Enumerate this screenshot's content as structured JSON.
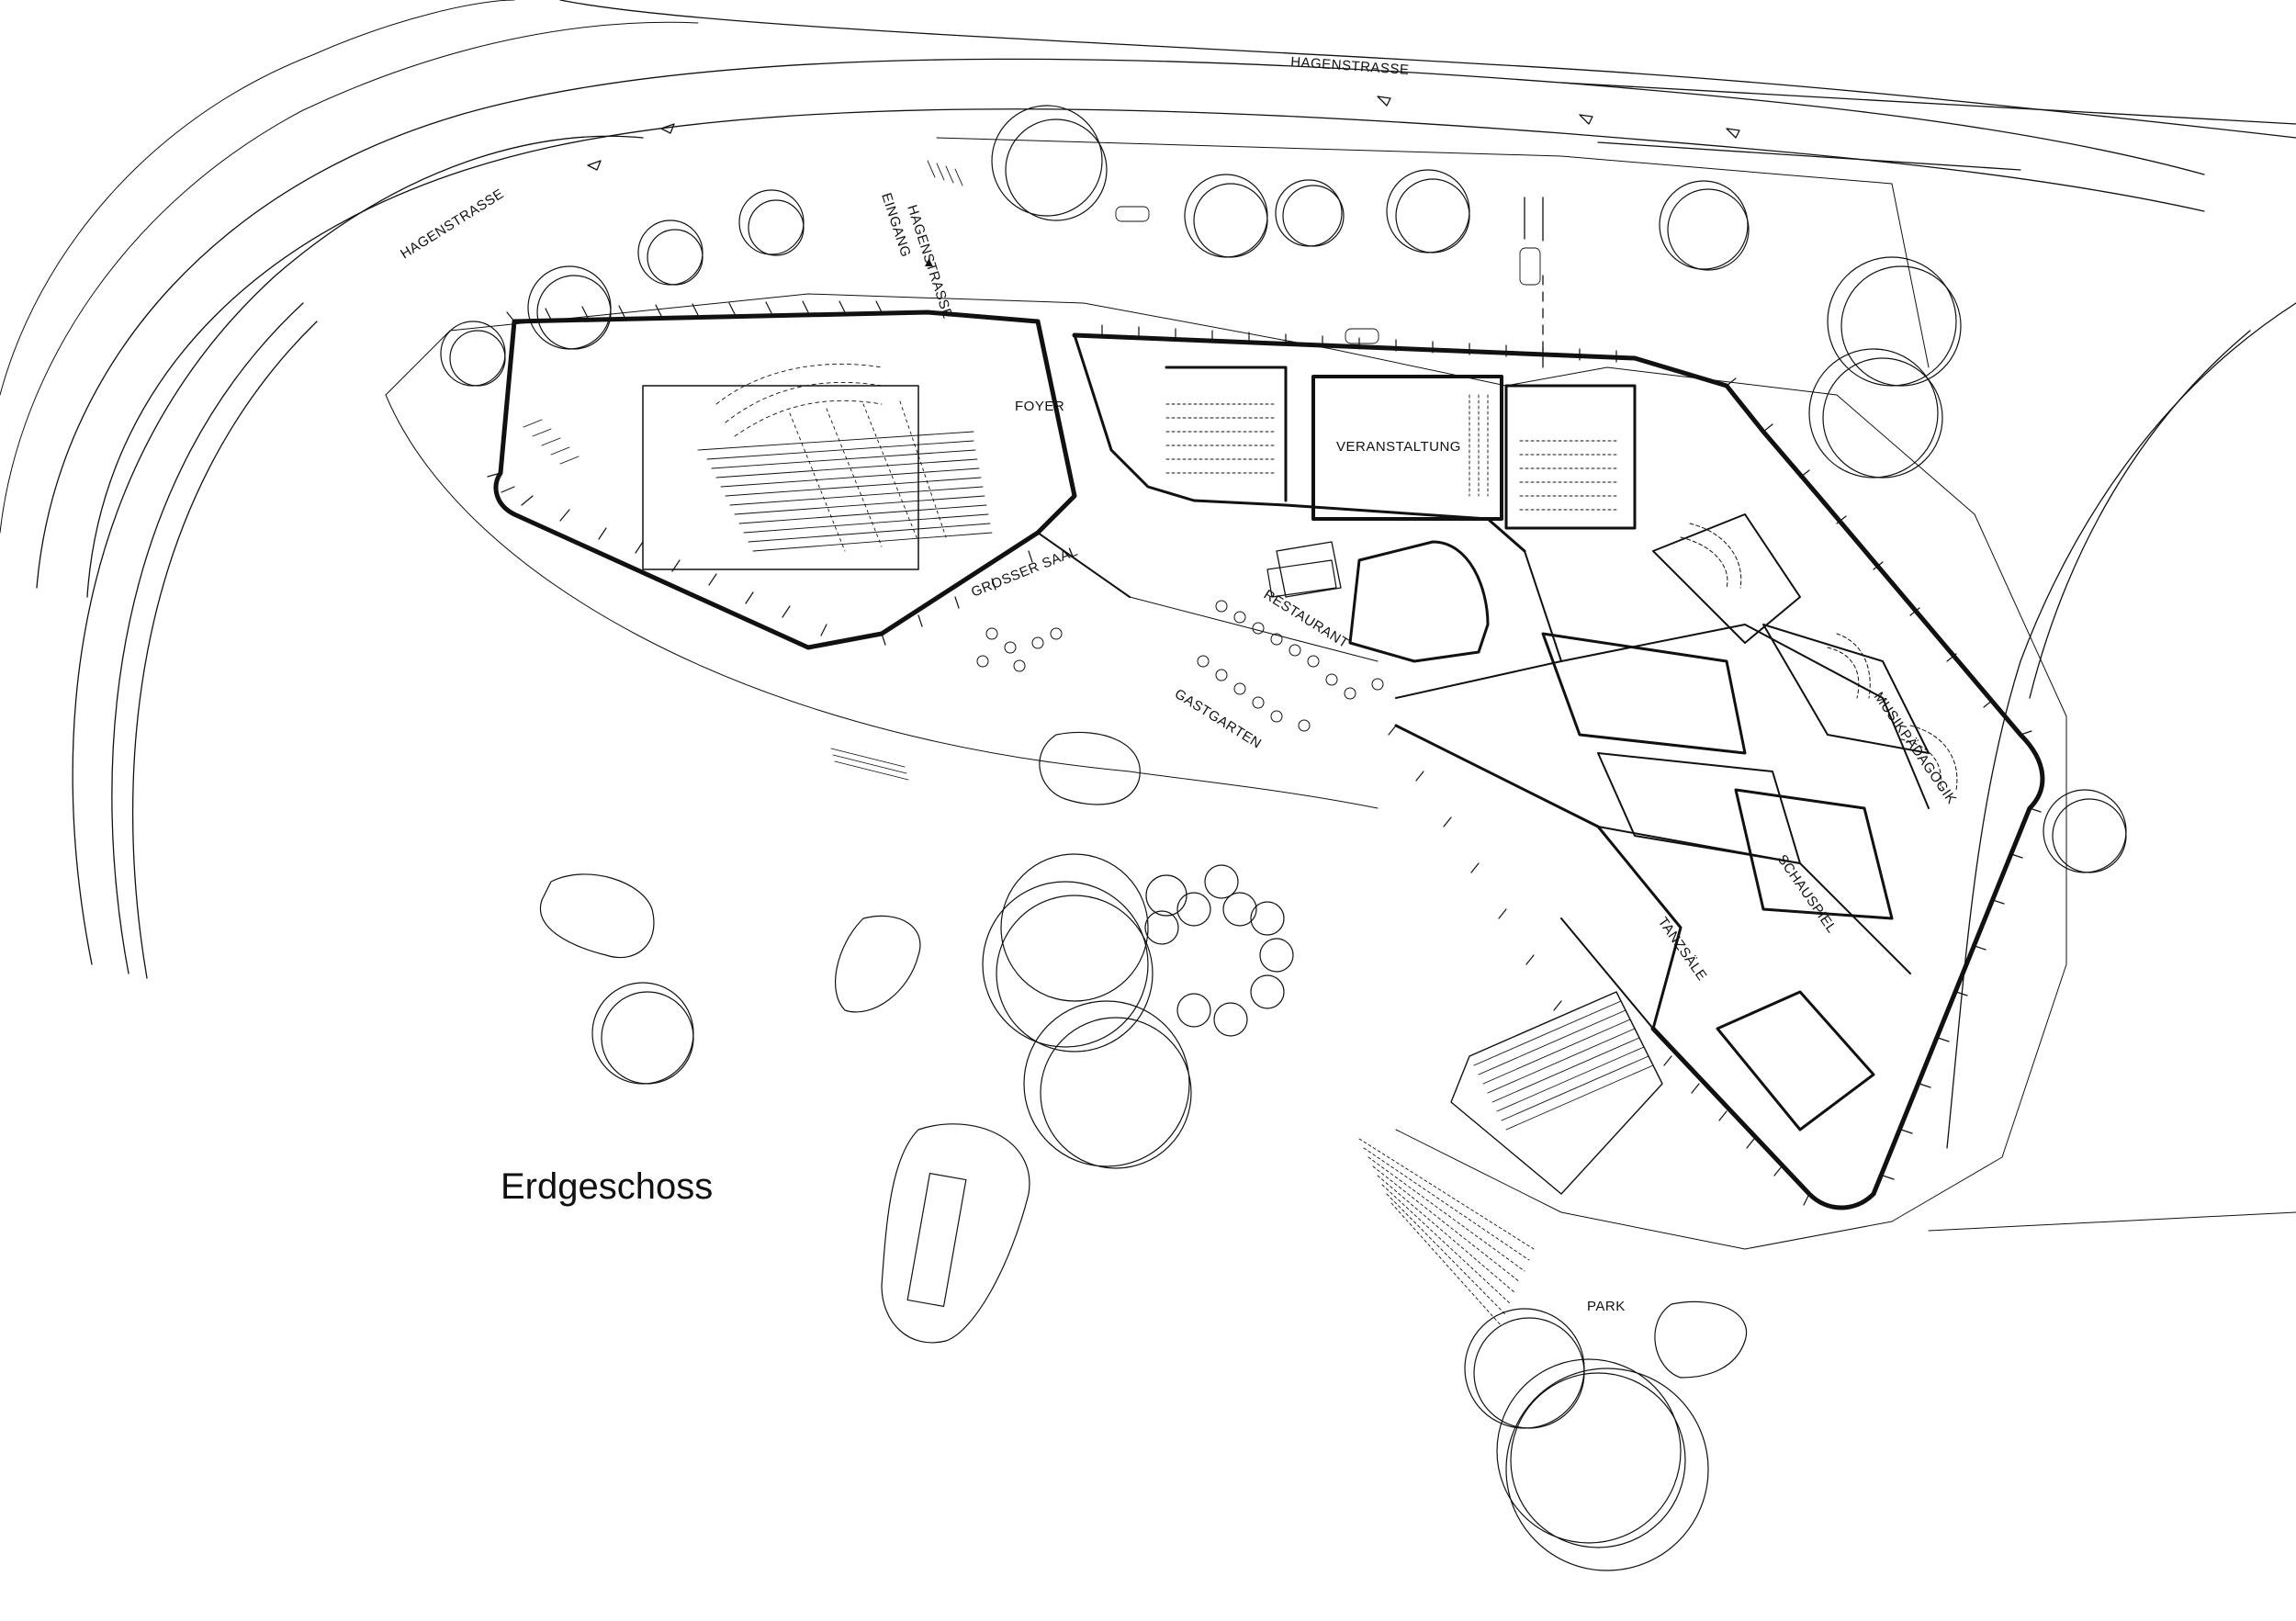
{
  "drawing": {
    "title": "Erdgeschoss",
    "colors": {
      "ink": "#111111",
      "background": "#ffffff"
    }
  },
  "labels": {
    "hagenstrasse_top": "HAGENSTRASSE",
    "hagenstrasse_left": "HAGENSTRASSE",
    "eingang": "EINGANG",
    "eingang_arrow": "▲",
    "eingang_street": "HAGENSTRASSE",
    "foyer": "FOYER",
    "grosser_saal": "GROSSER SAAL",
    "veranstaltung": "VERANSTALTUNG",
    "restaurant": "RESTAURANT",
    "gastgarten": "GASTGARTEN",
    "musikpaedagogik": "MUSIKPÄDAGOGIK",
    "schauspiel": "SCHAUSPIEL",
    "tanzsaele": "TANZSÄLE",
    "park": "PARK"
  }
}
